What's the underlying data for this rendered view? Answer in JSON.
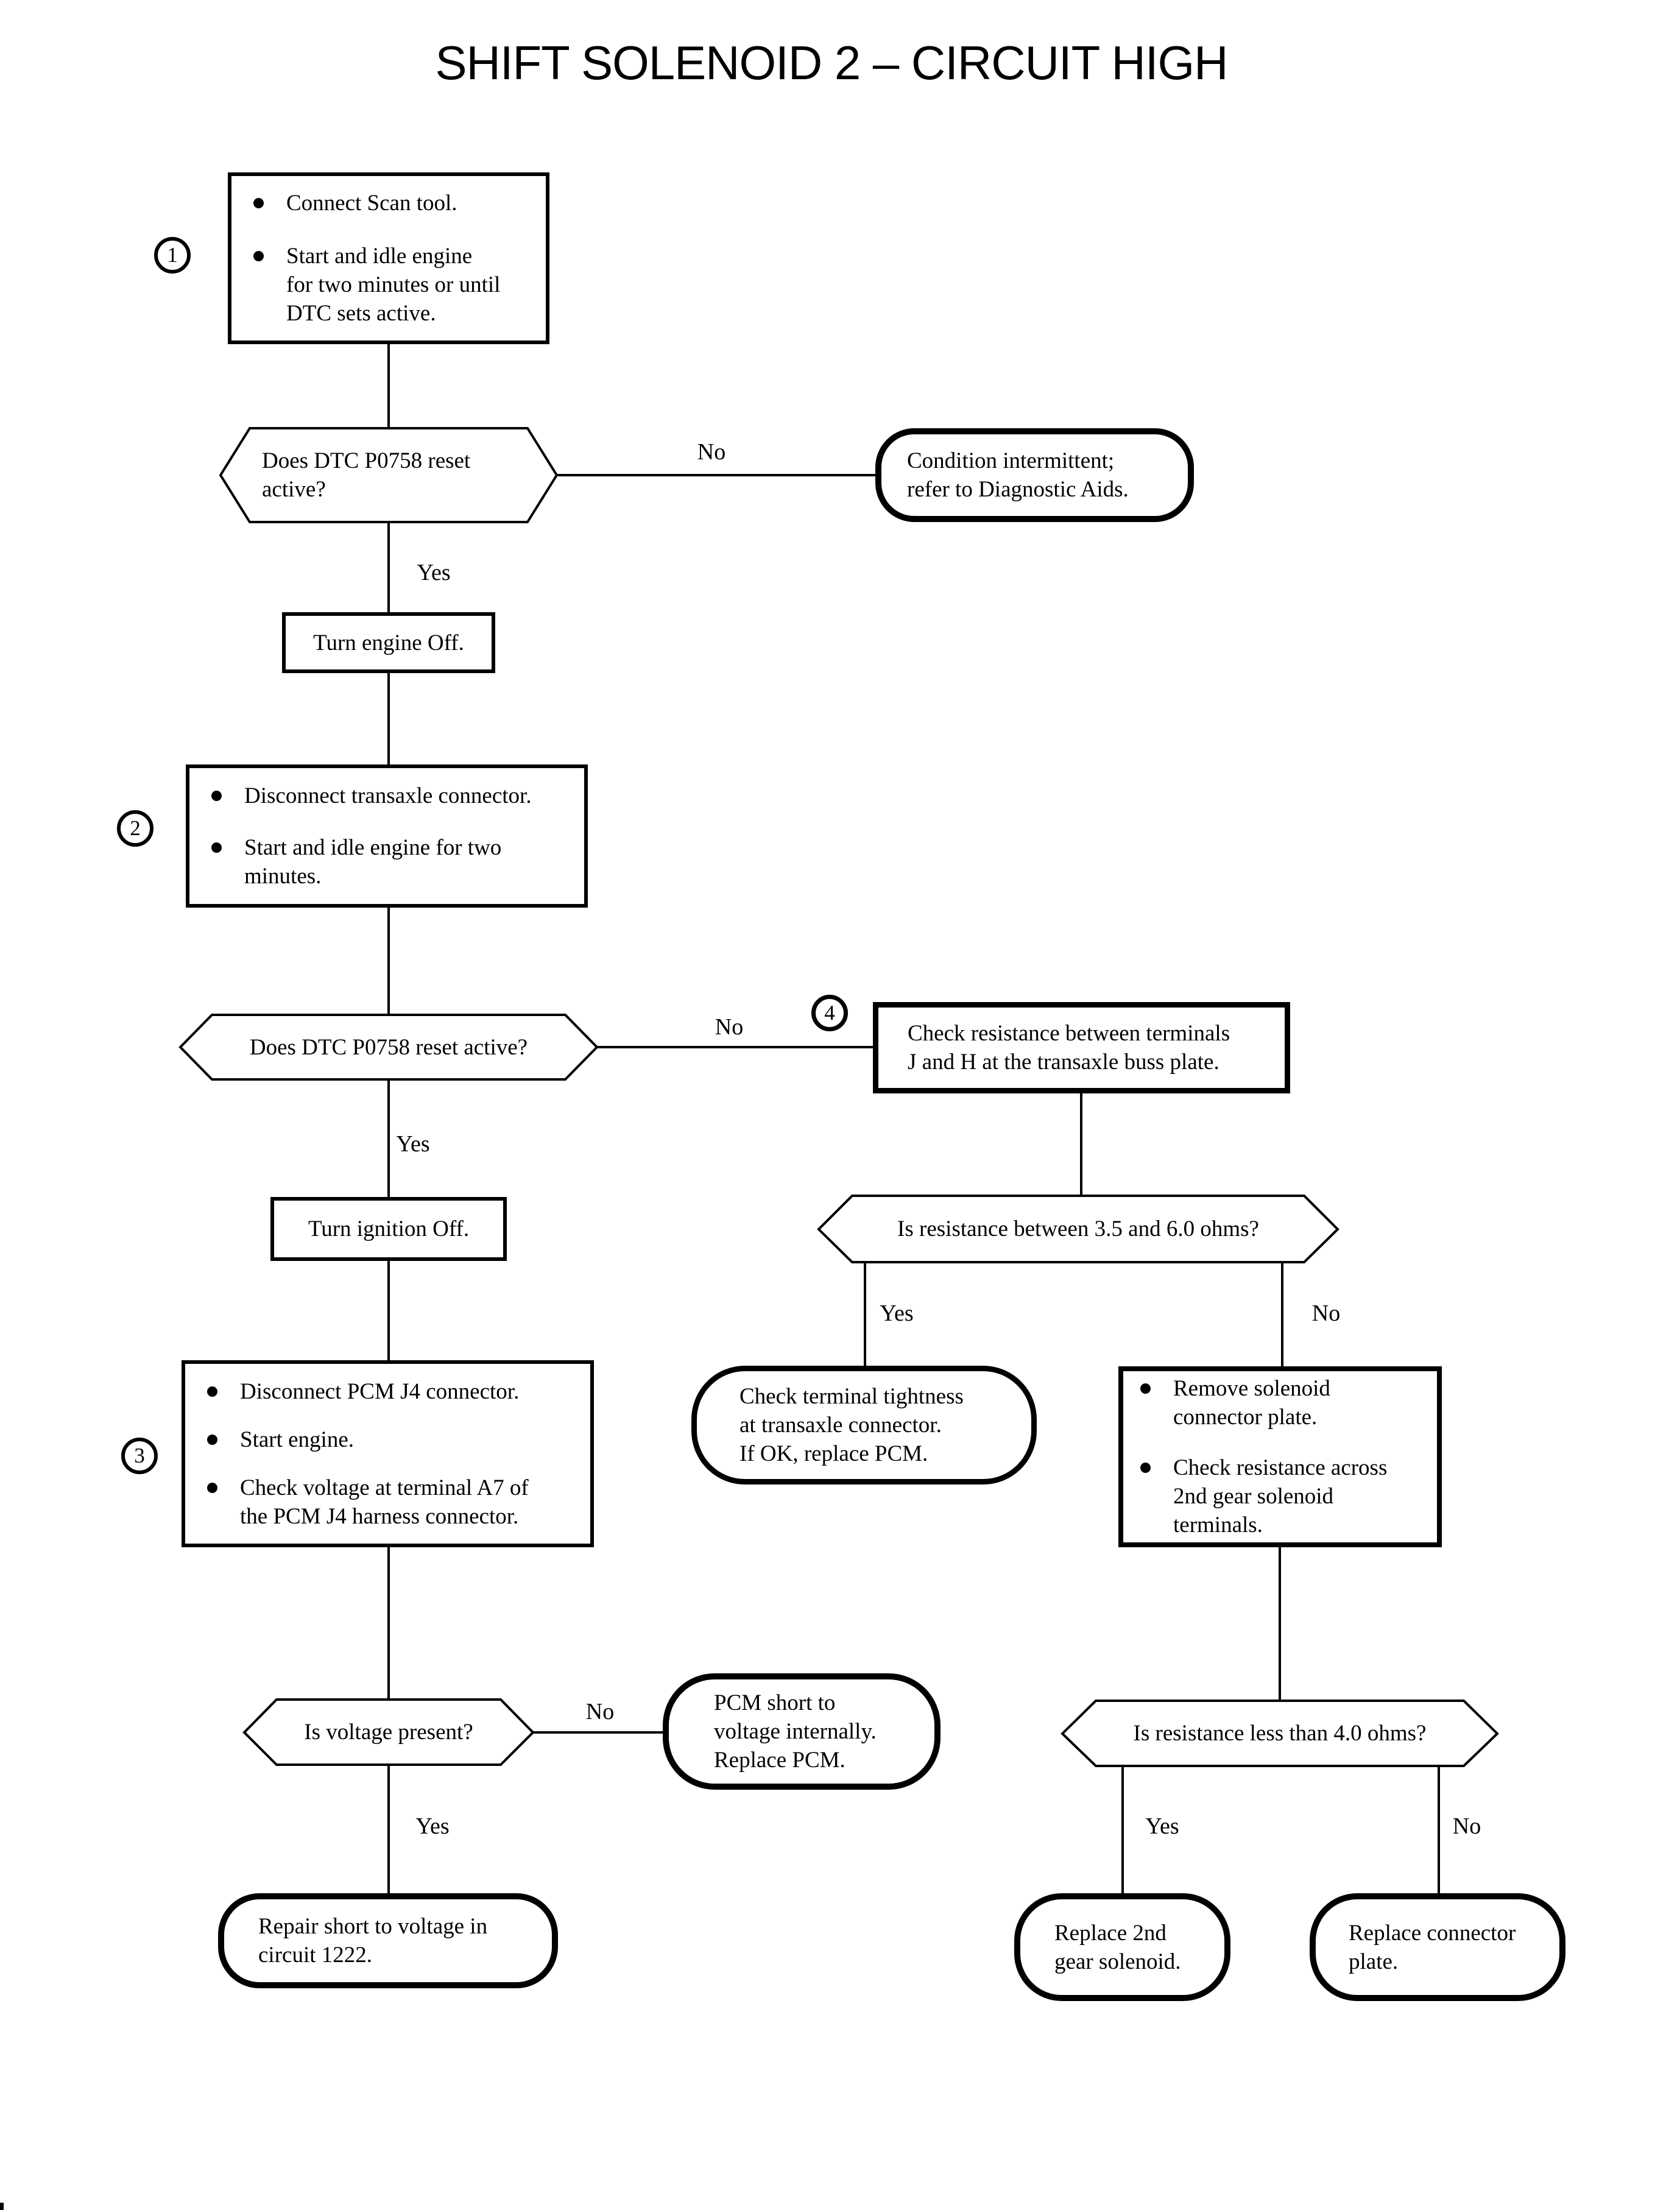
{
  "title": "SHIFT SOLENOID 2 – CIRCUIT HIGH",
  "colors": {
    "ink": "#000000",
    "paper": "#ffffff"
  },
  "labels": {
    "yes": "Yes",
    "no": "No"
  },
  "markers": {
    "m1": "1",
    "m2": "2",
    "m3": "3",
    "m4": "4"
  },
  "nodes": {
    "step1": {
      "bullets": [
        "Connect Scan tool.",
        "Start and idle engine\nfor two minutes or until\nDTC sets active."
      ]
    },
    "decision_dtc_reset_1": "Does DTC P0758 reset\nactive?",
    "condition_intermittent": "Condition intermittent;\nrefer to Diagnostic Aids.",
    "turn_engine_off": "Turn engine Off.",
    "step2": {
      "bullets": [
        "Disconnect transaxle connector.",
        "Start and idle engine for two\nminutes."
      ]
    },
    "decision_dtc_reset_2": "Does DTC P0758 reset active?",
    "check_resistance_jh": "Check resistance between terminals\nJ and H at the transaxle buss plate.",
    "turn_ignition_off": "Turn ignition Off.",
    "decision_resistance_range": "Is resistance between 3.5 and 6.0 ohms?",
    "step3": {
      "bullets": [
        "Disconnect PCM J4 connector.",
        "Start engine.",
        "Check voltage at terminal A7 of\nthe PCM J4 harness connector."
      ]
    },
    "check_terminal_tightness": "Check terminal tightness\nat transaxle connector.\nIf OK, replace PCM.",
    "remove_solenoid": {
      "bullets": [
        "Remove solenoid\nconnector plate.",
        "Check resistance across\n2nd gear solenoid\nterminals."
      ]
    },
    "decision_voltage_present": "Is voltage present?",
    "pcm_short": "PCM short to\nvoltage internally.\nReplace PCM.",
    "decision_resistance_less4": "Is resistance less than 4.0 ohms?",
    "repair_short_circuit": "Repair short to voltage in\ncircuit 1222.",
    "replace_2nd_gear_solenoid": "Replace 2nd\ngear solenoid.",
    "replace_connector_plate": "Replace connector\nplate."
  }
}
